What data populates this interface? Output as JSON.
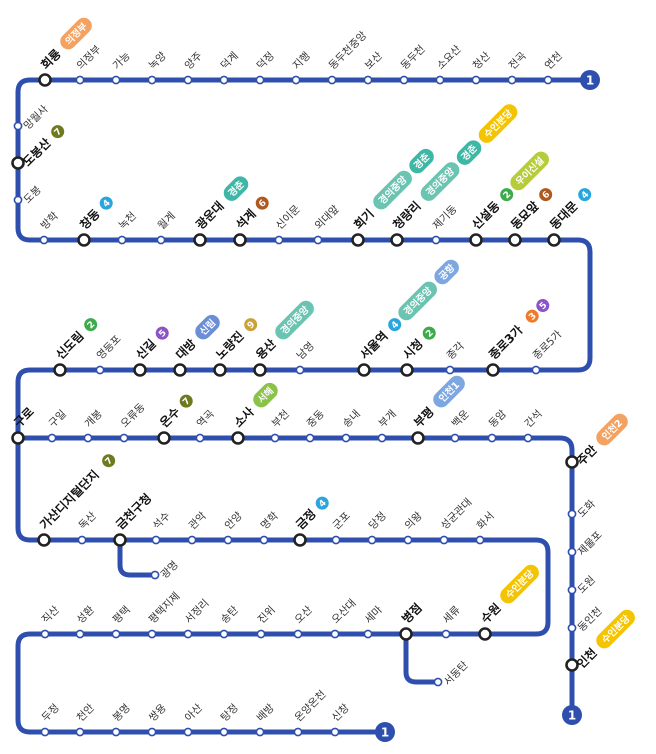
{
  "colors": {
    "line1": "#2f4fae",
    "line2": "#3dab4b",
    "line3": "#f07a2c",
    "line4": "#2aa6de",
    "line5": "#8b52c9",
    "line6": "#b0591f",
    "line7": "#6f7a1e",
    "line9": "#c9a23a",
    "gyeongchun": "#3fb7a6",
    "gyeongui": "#6bc4b1",
    "suin": "#f5c400",
    "uijeongbu": "#f4a261",
    "incheon2": "#f4a261",
    "sinbundang": "#c0392b",
    "sillim": "#6c8ed6",
    "ui_sinseol": "#b7cc3a",
    "seohae": "#8bc34a",
    "incheon1": "#7ea6e0"
  },
  "terminals": [
    "1",
    "1",
    "1"
  ],
  "stations": [
    {
      "name": "회룡",
      "major": true,
      "tags": [
        {
          "t": "의정부",
          "c": "uijeongbu"
        }
      ]
    },
    {
      "name": "의정부"
    },
    {
      "name": "가능"
    },
    {
      "name": "녹양"
    },
    {
      "name": "양주"
    },
    {
      "name": "덕계"
    },
    {
      "name": "덕정"
    },
    {
      "name": "지행"
    },
    {
      "name": "동두천중앙"
    },
    {
      "name": "보산"
    },
    {
      "name": "동두천"
    },
    {
      "name": "소요산"
    },
    {
      "name": "청산"
    },
    {
      "name": "전곡"
    },
    {
      "name": "연천"
    },
    {
      "name": "망월사"
    },
    {
      "name": "도봉산",
      "major": true,
      "tags": [
        {
          "t": "7",
          "c": "line7",
          "b": true
        }
      ]
    },
    {
      "name": "도봉"
    },
    {
      "name": "방학"
    },
    {
      "name": "창동",
      "major": true,
      "tags": [
        {
          "t": "4",
          "c": "line4",
          "b": true
        }
      ]
    },
    {
      "name": "녹천"
    },
    {
      "name": "월계"
    },
    {
      "name": "광운대",
      "major": true,
      "tags": [
        {
          "t": "경춘",
          "c": "gyeongchun"
        }
      ]
    },
    {
      "name": "석계",
      "major": true,
      "tags": [
        {
          "t": "6",
          "c": "line6",
          "b": true
        }
      ]
    },
    {
      "name": "신이문"
    },
    {
      "name": "외대앞"
    },
    {
      "name": "회기",
      "major": true,
      "tags": [
        {
          "t": "경의중앙",
          "c": "gyeongui"
        },
        {
          "t": "경춘",
          "c": "gyeongchun"
        }
      ]
    },
    {
      "name": "청량리",
      "major": true,
      "tags": [
        {
          "t": "경의중앙",
          "c": "gyeongui"
        },
        {
          "t": "경춘",
          "c": "gyeongchun"
        },
        {
          "t": "수인분당",
          "c": "suin"
        }
      ]
    },
    {
      "name": "제기동"
    },
    {
      "name": "신설동",
      "major": true,
      "tags": [
        {
          "t": "2",
          "c": "line2",
          "b": true
        },
        {
          "t": "우이신설",
          "c": "ui_sinseol"
        }
      ]
    },
    {
      "name": "동묘앞",
      "major": true,
      "tags": [
        {
          "t": "6",
          "c": "line6",
          "b": true
        }
      ]
    },
    {
      "name": "동대문",
      "major": true,
      "tags": [
        {
          "t": "4",
          "c": "line4",
          "b": true
        }
      ]
    },
    {
      "name": "신도림",
      "major": true,
      "tags": [
        {
          "t": "2",
          "c": "line2",
          "b": true
        }
      ]
    },
    {
      "name": "영등포"
    },
    {
      "name": "신길",
      "major": true,
      "tags": [
        {
          "t": "5",
          "c": "line5",
          "b": true
        }
      ]
    },
    {
      "name": "대방",
      "major": true,
      "tags": [
        {
          "t": "신림",
          "c": "sillim"
        }
      ]
    },
    {
      "name": "노량진",
      "major": true,
      "tags": [
        {
          "t": "9",
          "c": "line9",
          "b": true
        }
      ]
    },
    {
      "name": "용산",
      "major": true,
      "tags": [
        {
          "t": "경의중앙",
          "c": "gyeongui"
        }
      ]
    },
    {
      "name": "남영"
    },
    {
      "name": "서울역",
      "major": true,
      "tags": [
        {
          "t": "4",
          "c": "line4",
          "b": true
        },
        {
          "t": "경의중앙",
          "c": "gyeongui"
        },
        {
          "t": "공항",
          "c": "incheon1"
        }
      ]
    },
    {
      "name": "시청",
      "major": true,
      "tags": [
        {
          "t": "2",
          "c": "line2",
          "b": true
        }
      ]
    },
    {
      "name": "종각"
    },
    {
      "name": "종로3가",
      "major": true,
      "tags": [
        {
          "t": "3",
          "c": "line3",
          "b": true
        },
        {
          "t": "5",
          "c": "line5",
          "b": true
        }
      ]
    },
    {
      "name": "종로5가"
    },
    {
      "name": "구로",
      "major": true
    },
    {
      "name": "구일"
    },
    {
      "name": "개봉"
    },
    {
      "name": "오류동"
    },
    {
      "name": "온수",
      "major": true,
      "tags": [
        {
          "t": "7",
          "c": "line7",
          "b": true
        }
      ]
    },
    {
      "name": "역곡"
    },
    {
      "name": "소사",
      "major": true,
      "tags": [
        {
          "t": "서해",
          "c": "seohae"
        }
      ]
    },
    {
      "name": "부천"
    },
    {
      "name": "중동"
    },
    {
      "name": "송내"
    },
    {
      "name": "부개"
    },
    {
      "name": "부평",
      "major": true,
      "tags": [
        {
          "t": "인천1",
          "c": "incheon1"
        }
      ]
    },
    {
      "name": "백운"
    },
    {
      "name": "동암"
    },
    {
      "name": "간석"
    },
    {
      "name": "주안",
      "major": true,
      "tags": [
        {
          "t": "인천2",
          "c": "incheon2"
        }
      ]
    },
    {
      "name": "도화"
    },
    {
      "name": "제물포"
    },
    {
      "name": "도원"
    },
    {
      "name": "동인천"
    },
    {
      "name": "인천",
      "major": true,
      "tags": [
        {
          "t": "수인분당",
          "c": "suin"
        }
      ]
    },
    {
      "name": "가산디지털단지",
      "major": true,
      "tags": [
        {
          "t": "7",
          "c": "line7",
          "b": true
        }
      ]
    },
    {
      "name": "독산"
    },
    {
      "name": "금천구청",
      "major": true
    },
    {
      "name": "광명"
    },
    {
      "name": "석수"
    },
    {
      "name": "관악"
    },
    {
      "name": "안양"
    },
    {
      "name": "명학"
    },
    {
      "name": "금정",
      "major": true,
      "tags": [
        {
          "t": "4",
          "c": "line4",
          "b": true
        }
      ]
    },
    {
      "name": "군포"
    },
    {
      "name": "당정"
    },
    {
      "name": "의왕"
    },
    {
      "name": "성균관대"
    },
    {
      "name": "화서"
    },
    {
      "name": "수원",
      "major": true,
      "tags": [
        {
          "t": "수인분당",
          "c": "suin"
        }
      ]
    },
    {
      "name": "세류"
    },
    {
      "name": "병점",
      "major": true
    },
    {
      "name": "서동탄"
    },
    {
      "name": "세마"
    },
    {
      "name": "오산대"
    },
    {
      "name": "오산"
    },
    {
      "name": "진위"
    },
    {
      "name": "송탄"
    },
    {
      "name": "서정리"
    },
    {
      "name": "평택지제"
    },
    {
      "name": "평택"
    },
    {
      "name": "성환"
    },
    {
      "name": "직산"
    },
    {
      "name": "두정"
    },
    {
      "name": "천안"
    },
    {
      "name": "봉명"
    },
    {
      "name": "쌍용"
    },
    {
      "name": "아산"
    },
    {
      "name": "탕정"
    },
    {
      "name": "배방"
    },
    {
      "name": "온양온천"
    },
    {
      "name": "신창"
    }
  ]
}
